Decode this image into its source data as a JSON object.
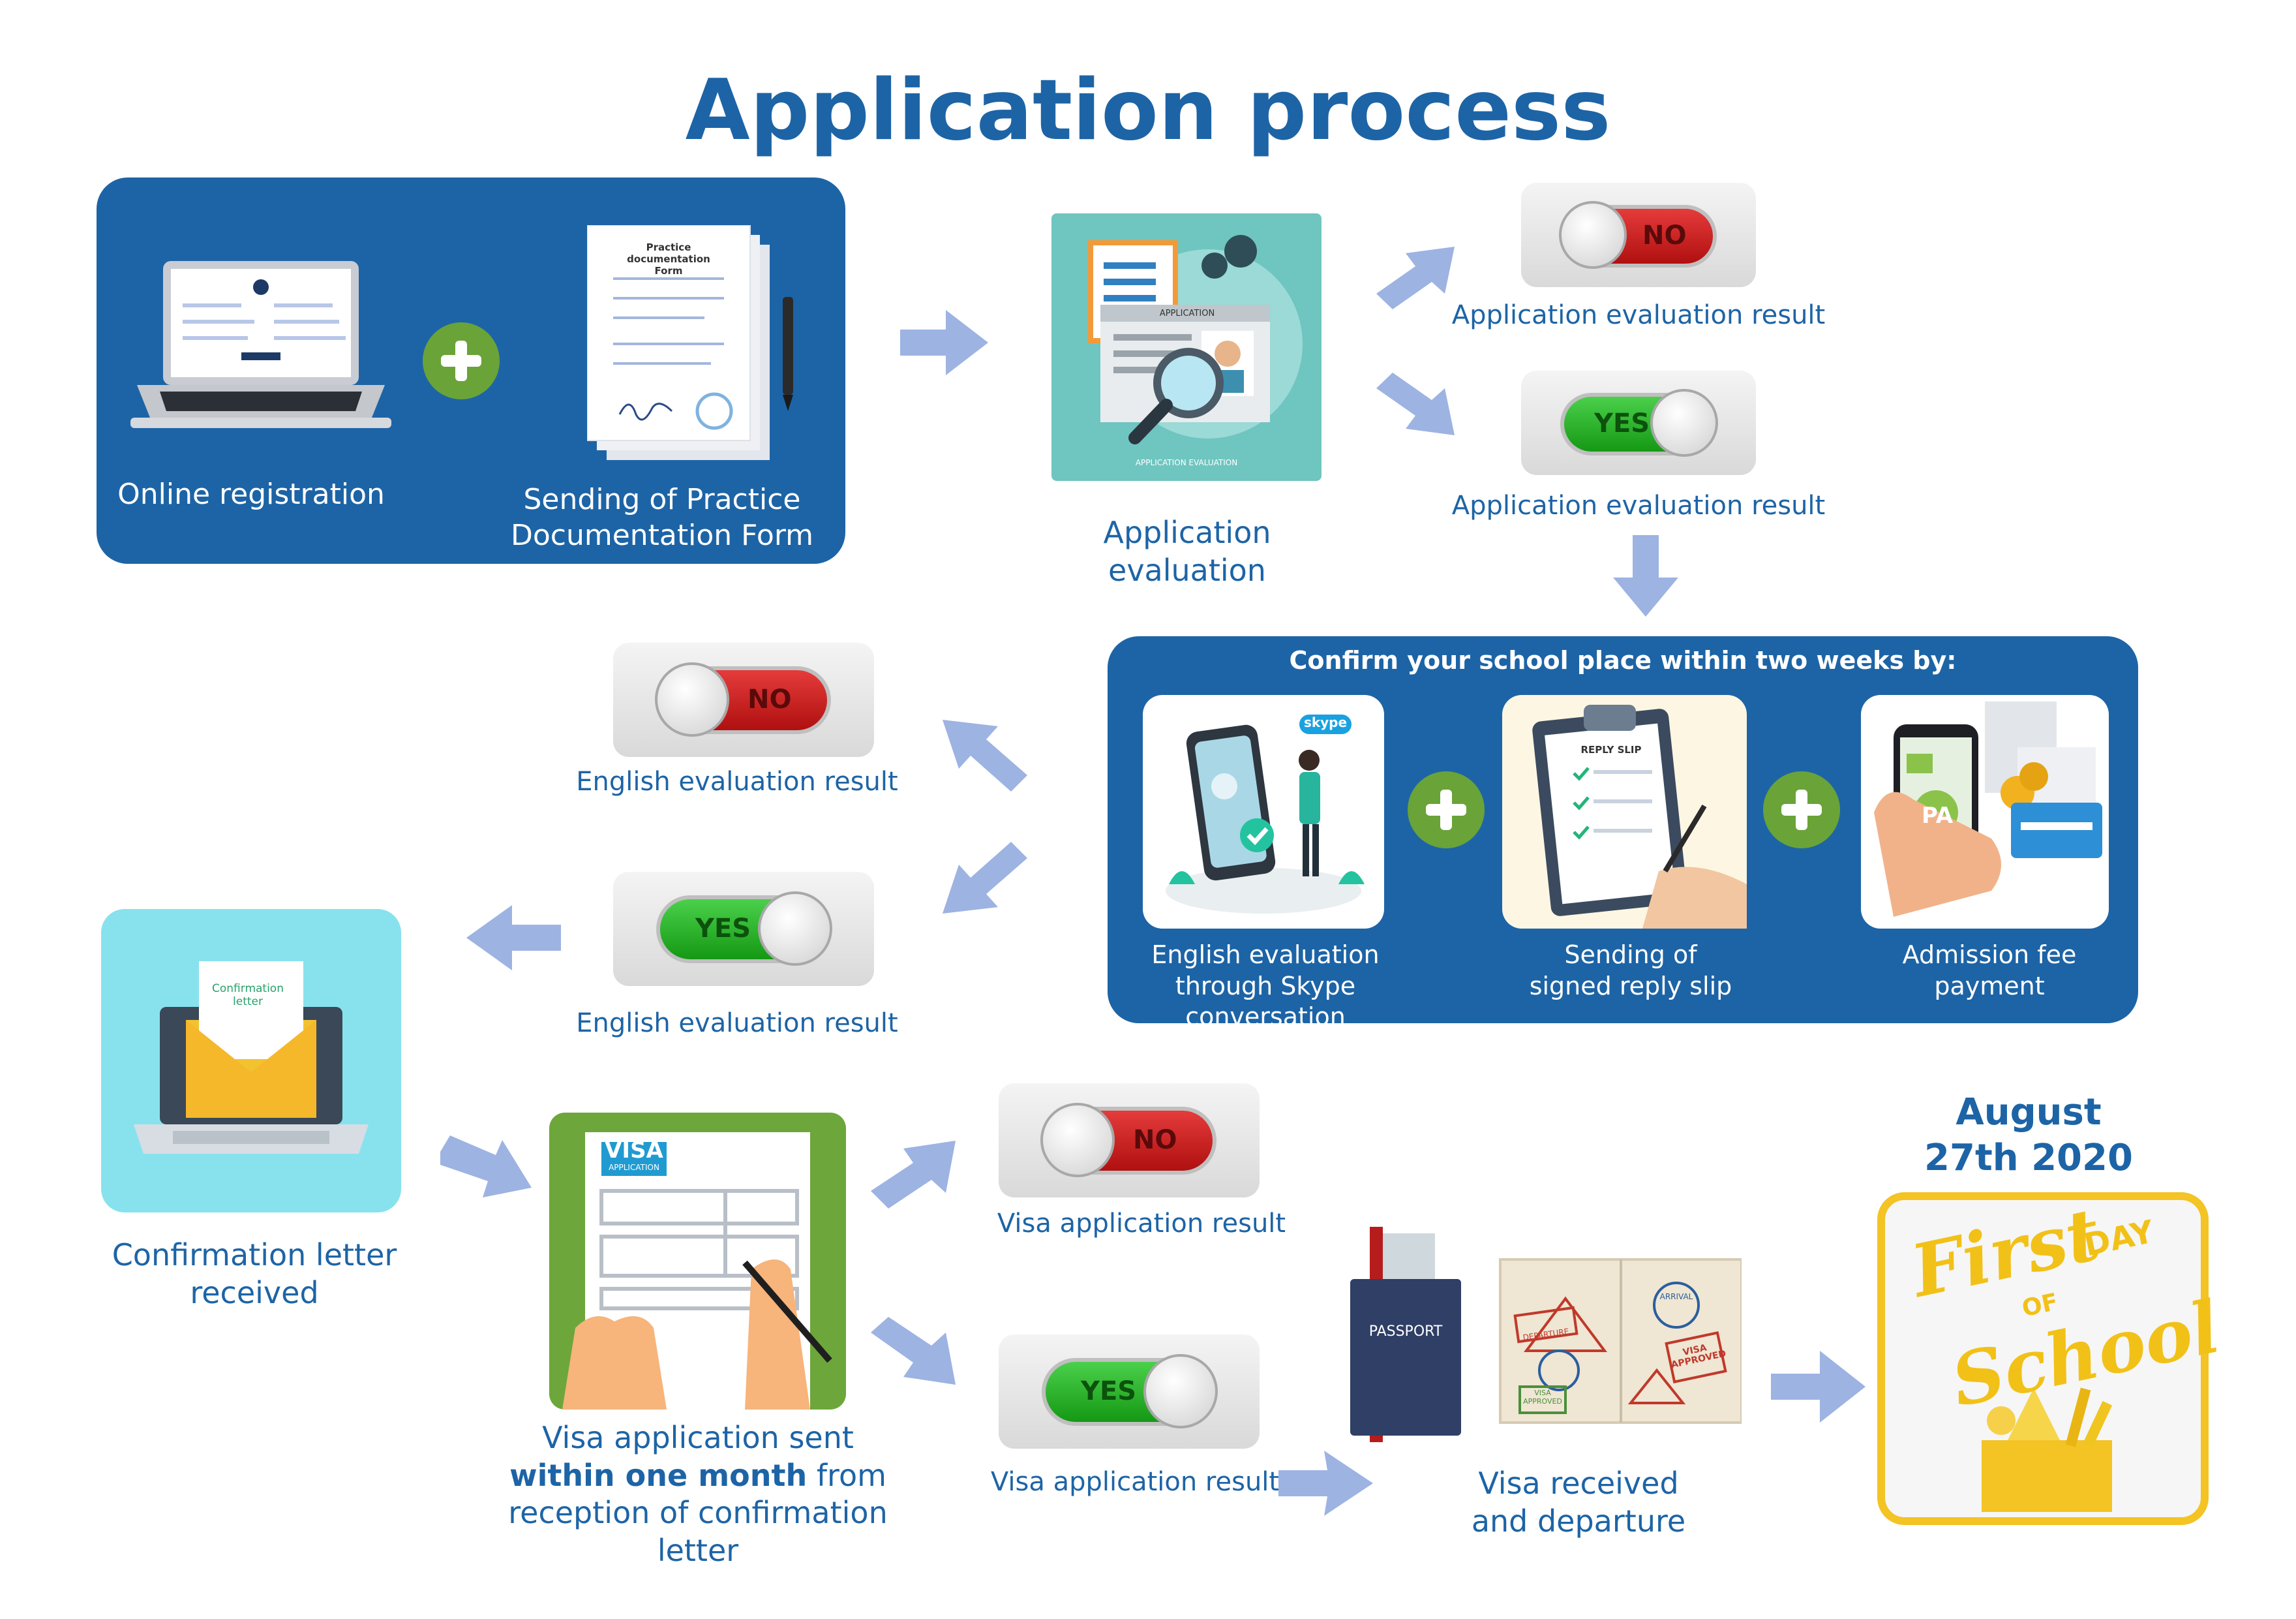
{
  "title": "Application process",
  "steps": {
    "online_registration": "Online registration",
    "sending_form": "Sending of Practice Documentation Form",
    "form_doc_title": "Practice documentation Form",
    "application_evaluation": "Application evaluation",
    "app_badge": "APPLICATION",
    "app_footer": "APPLICATION EVALUATION",
    "app_result_no": "Application evaluation result",
    "app_result_yes": "Application evaluation result",
    "confirm_header": "Confirm your school place within two weeks by:",
    "skype_logo": "skype",
    "english_skype": "English evaluation through Skype conversation",
    "reply_slip_doc": "REPLY SLIP",
    "signed_reply_slip": "Sending of signed reply slip",
    "admission_fee": "Admission fee payment",
    "pay_label": "PA",
    "english_result_no": "English evaluation result",
    "english_result_yes": "English evaluation result",
    "confirmation_doc": "Confirmation letter",
    "confirmation_received": "Confirmation letter received",
    "visa_doc_title": "VISA",
    "visa_doc_sub": "APPLICATION",
    "visa_sent_1": "Visa application sent",
    "visa_sent_bold": "within one month",
    "visa_sent_2": "from reception of confirmation letter",
    "visa_result_no": "Visa application result",
    "visa_result_yes": "Visa application result",
    "passport": "PASSPORT",
    "stamp_departure": "DEPARTURE",
    "stamp_arrival": "ARRIVAL",
    "stamp_visa": "VISA APPROVED",
    "stamp_visa_approved": "VISA APPROVED",
    "visa_received": "Visa received and departure",
    "date": "August 27th 2020",
    "first_day_1": "First",
    "first_day_2": "DAY",
    "first_day_3": "OF",
    "first_day_4": "School"
  },
  "toggle": {
    "no": "NO",
    "yes": "YES"
  },
  "colors": {
    "primary": "#1d64a6",
    "plus": "#6aa338",
    "arrow": "#9db3e2",
    "no": "#c81e1e",
    "yes": "#22aa22"
  }
}
